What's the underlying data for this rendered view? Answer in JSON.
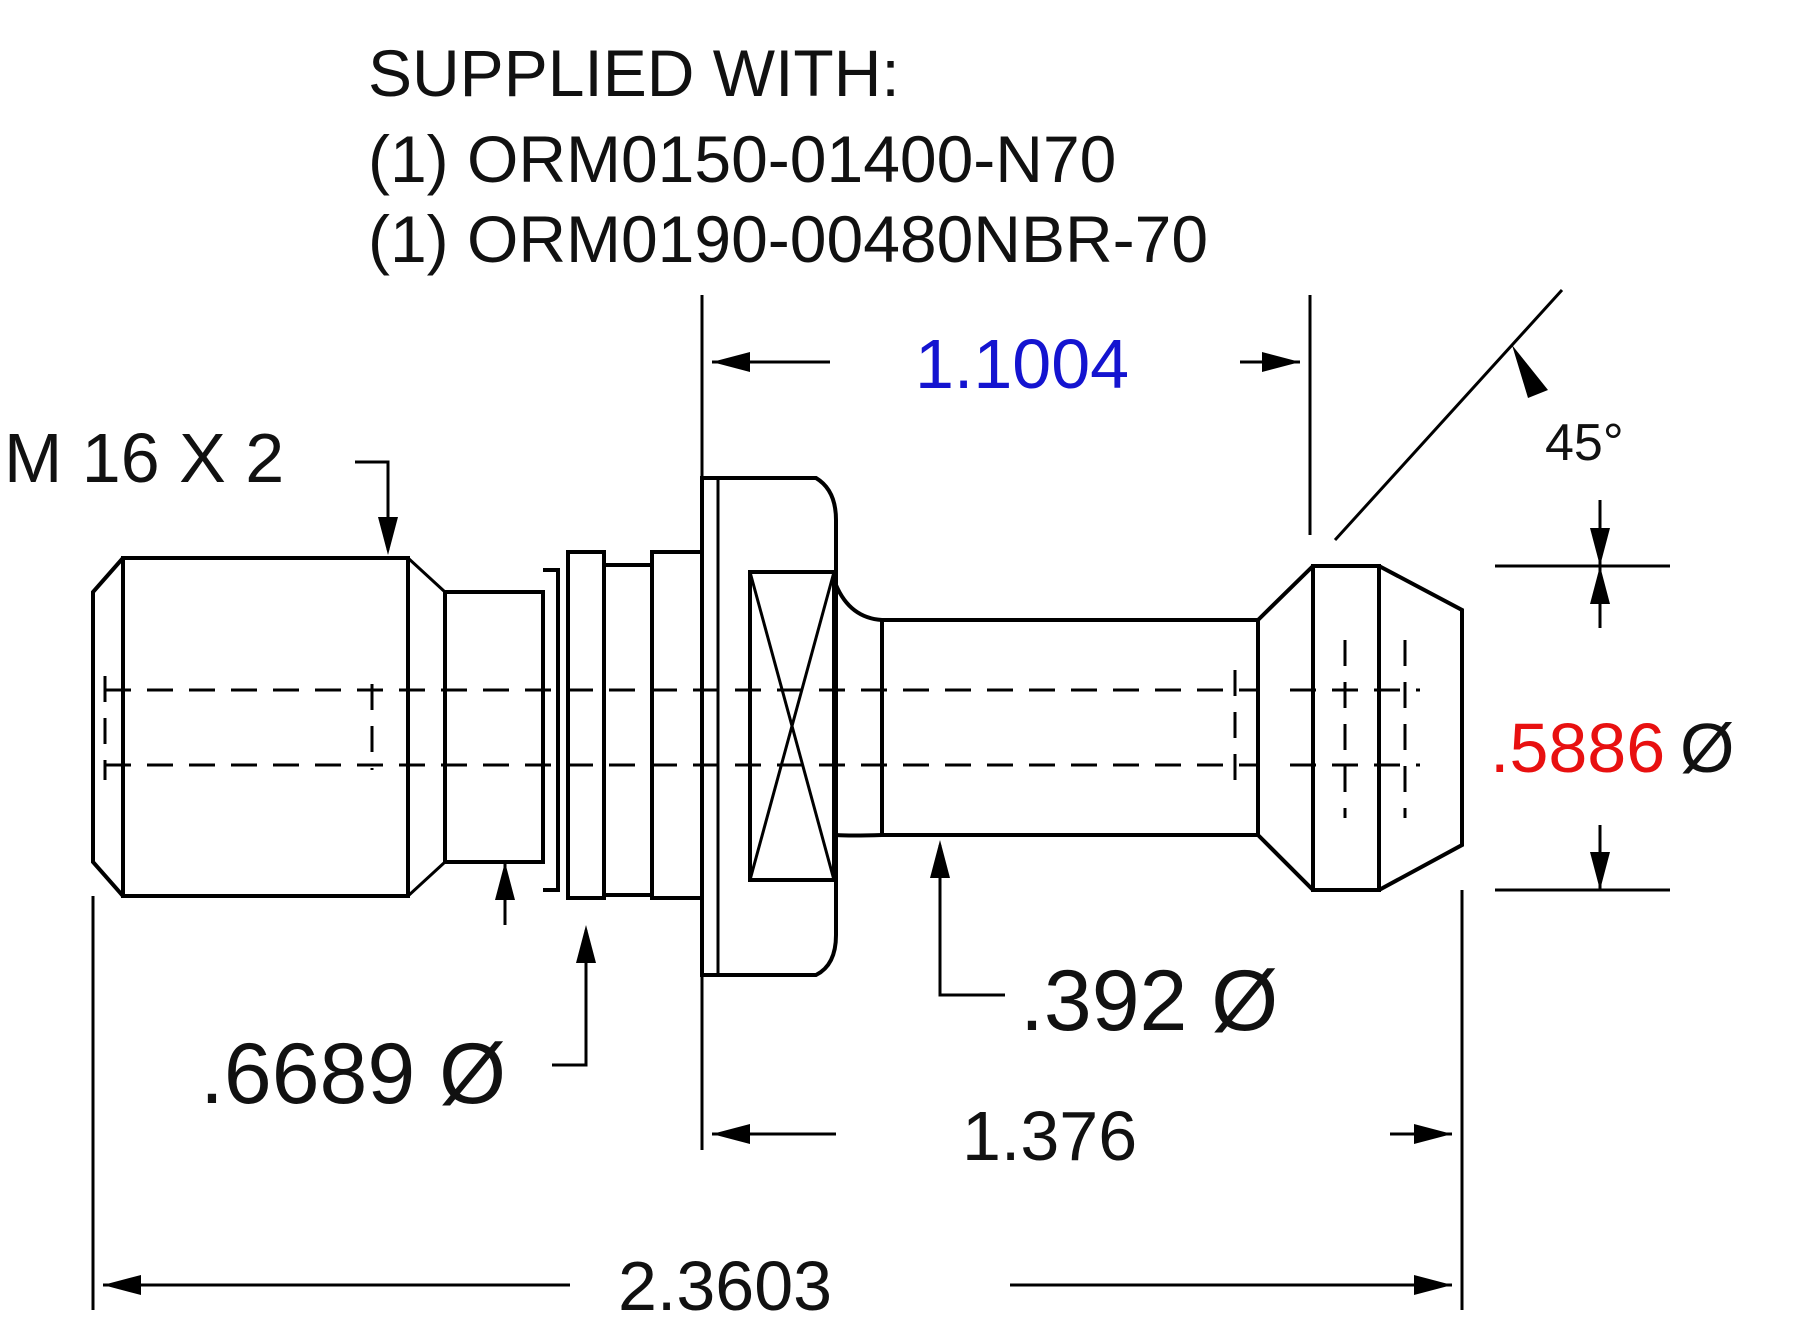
{
  "notes": {
    "supplied_with": "SUPPLIED WITH:",
    "item_1": "(1) ORM0150-01400-N70",
    "item_2": "(1) ORM0190-00480NBR-70"
  },
  "dimensions": {
    "thread": "M 16 X 2",
    "flange_to_nose": "1.1004",
    "chamfer_angle": "45°",
    "head_diameter": ".5886",
    "diameter_symbol": "Ø",
    "shank_diameter": ".392 Ø",
    "collar_diameter": ".6689 Ø",
    "flange_to_tip": "1.376",
    "overall_length": "2.3603"
  },
  "colors": {
    "line": "#000000",
    "text": "#111111",
    "highlight_blue": "#1414d0",
    "highlight_red": "#e81010"
  }
}
